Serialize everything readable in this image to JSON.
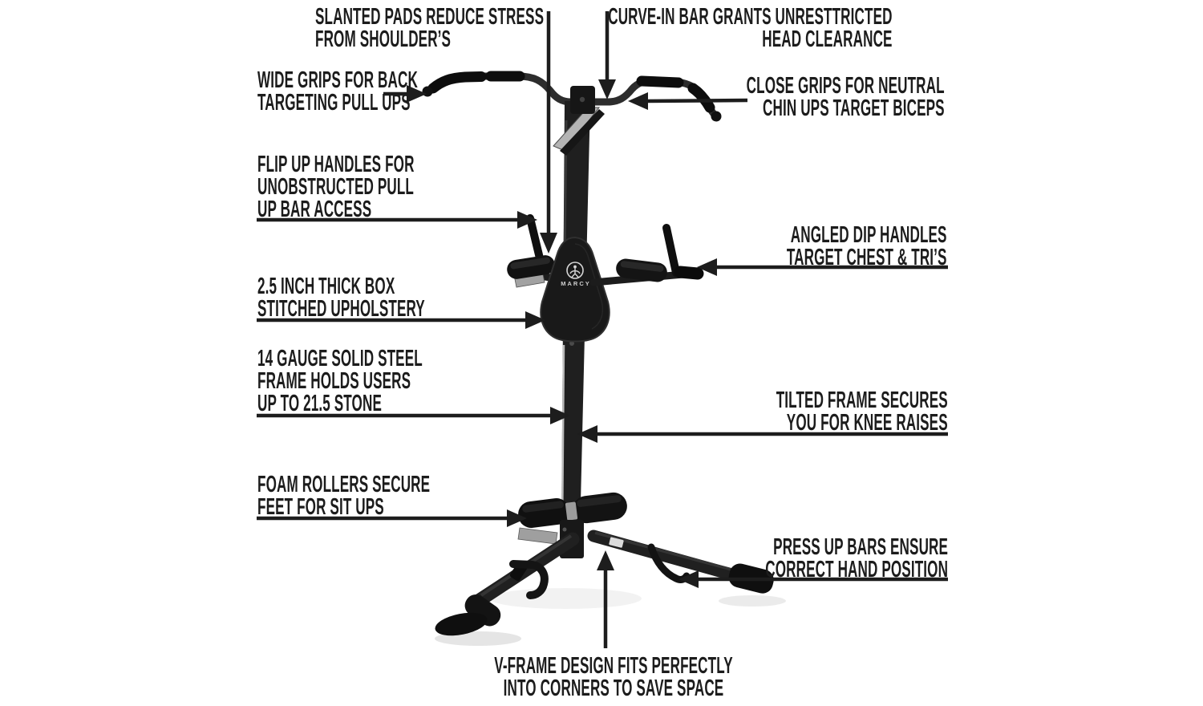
{
  "machine": {
    "brand": "MARCY"
  },
  "colors": {
    "text": "#1c1c1c",
    "arrow": "#1d1d1d",
    "frame": "#1f1f1f",
    "background": "#ffffff"
  },
  "callouts": {
    "slanted_pads": {
      "lines": [
        "SLANTED PADS REDUCE STRESS",
        "FROM SHOULDER’S"
      ]
    },
    "curve_in_bar": {
      "lines": [
        "CURVE-IN BAR GRANTS UNRESTTRICTED",
        "HEAD CLEARANCE"
      ]
    },
    "wide_grips": {
      "lines": [
        "WIDE GRIPS FOR BACK",
        "TARGETING PULL UPS"
      ]
    },
    "close_grips": {
      "lines": [
        "CLOSE GRIPS FOR NEUTRAL",
        "CHIN UPS TARGET BICEPS"
      ]
    },
    "flip_up_handles": {
      "lines": [
        "FLIP UP HANDLES FOR",
        "UNOBSTRUCTED PULL",
        "UP BAR ACCESS"
      ]
    },
    "upholstery": {
      "lines": [
        "2.5 INCH THICK BOX",
        "STITCHED UPHOLSTERY"
      ]
    },
    "steel_frame": {
      "lines": [
        "14 GAUGE SOLID STEEL",
        "FRAME HOLDS USERS",
        "UP TO 21.5 STONE"
      ]
    },
    "dip_handles": {
      "lines": [
        "ANGLED DIP HANDLES",
        "TARGET CHEST & TRI’S"
      ]
    },
    "tilted_frame": {
      "lines": [
        "TILTED FRAME SECURES",
        "YOU FOR KNEE RAISES"
      ]
    },
    "foam_rollers": {
      "lines": [
        "FOAM ROLLERS SECURE",
        "FEET FOR SIT UPS"
      ]
    },
    "press_up_bars": {
      "lines": [
        "PRESS UP BARS ENSURE",
        "CORRECT HAND POSITION"
      ]
    },
    "v_frame": {
      "lines": [
        "V-FRAME DESIGN FITS PERFECTLY",
        "INTO CORNERS TO SAVE SPACE"
      ]
    }
  }
}
